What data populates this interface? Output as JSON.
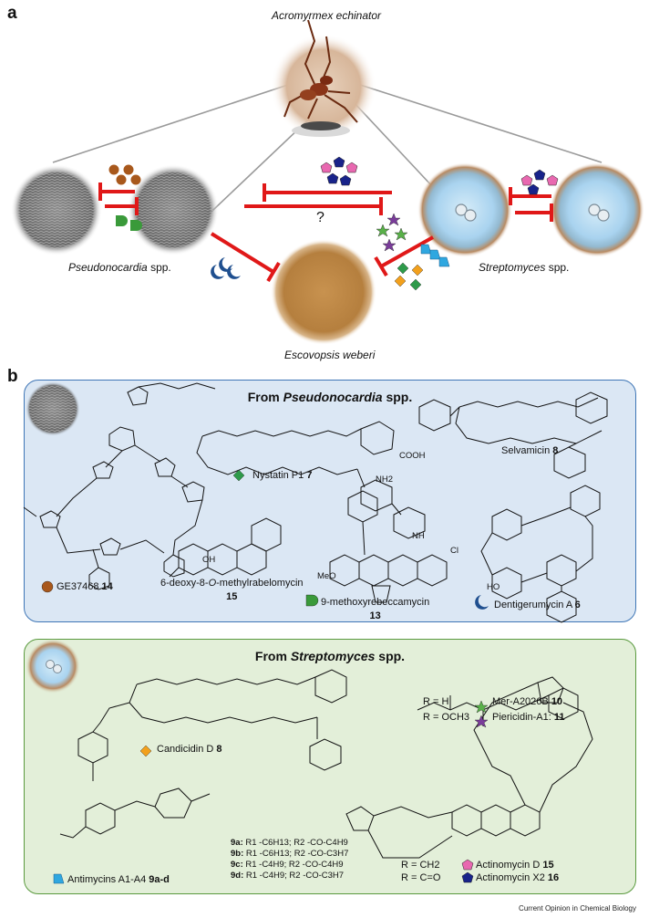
{
  "panel_a": {
    "label": "a",
    "host_name": "Acromyrmex echinator",
    "pseudo_label": "Pseudonocardia",
    "pseudo_suffix": " spp.",
    "strepto_label": "Streptomyces",
    "strepto_suffix": " spp.",
    "pathogen_name": "Escovopsis weberi",
    "question_mark": "?"
  },
  "panel_b": {
    "label": "b",
    "pseudo_box": {
      "title_prefix": "From ",
      "title_italic": "Pseudonocardia",
      "title_suffix": " spp.",
      "compounds": {
        "nystatin": {
          "name": "Nystatin P1 ",
          "num": "7"
        },
        "selvamicin": {
          "name": "Selvamicin ",
          "num": "8"
        },
        "ge": {
          "name": "GE37468 ",
          "num": "14"
        },
        "deoxy_a": "6-deoxy-8-",
        "deoxy_o": "O",
        "deoxy_b": "-methylrabelomycin",
        "deoxy_num": "15",
        "rebecca": {
          "name": "9-methoxyrebeccamycin",
          "num": "13"
        },
        "dentigerumycin": {
          "name": "Dentigerumycin A ",
          "num": "6"
        }
      },
      "chem_labels": [
        "COOH",
        "NH2",
        "OH",
        "Cl",
        "MeO",
        "HO",
        "NH"
      ]
    },
    "strepto_box": {
      "title_prefix": "From ",
      "title_italic": "Streptomyces",
      "title_suffix": " spp.",
      "compounds": {
        "candicidin": {
          "name": "Candicidin D ",
          "num": "8"
        },
        "mer_r": "R = H",
        "mer": {
          "name": "Mer-A2026B ",
          "num": "10"
        },
        "pier_r": "R = OCH3",
        "pier": {
          "name": "Piericidin-A1: ",
          "num": "11"
        },
        "antimycin": {
          "name": "Antimycins A1-A4 ",
          "num": "9a-d"
        },
        "act_d_r": "R = CH2",
        "act_d": {
          "name": "Actinomycin D ",
          "num": "15"
        },
        "act_x_r": "R = C=O",
        "act_x": {
          "name": "Actinomycin X2 ",
          "num": "16"
        }
      },
      "antimycin_table": [
        {
          "id": "9a:",
          "r1": "R1 -C6H13;",
          "r2": "R2 -CO-C4H9"
        },
        {
          "id": "9b:",
          "r1": "R1 -C6H13;",
          "r2": "R2 -CO-C3H7"
        },
        {
          "id": "9c:",
          "r1": "R1 -C4H9;",
          "r2": "R2 -CO-C4H9"
        },
        {
          "id": "9d:",
          "r1": "R1 -C4H9;",
          "r2": "R2 -CO-C3H7"
        }
      ]
    }
  },
  "footer": "Current Opinion in Chemical Biology",
  "colors": {
    "inhibit": "#e01818",
    "connector": "#9a9a9a",
    "pseudo_box_bg": "#dbe7f4",
    "pseudo_box_border": "#3f76b6",
    "strepto_box_bg": "#e3efd9",
    "strepto_box_border": "#5a9a3e",
    "brown_circle": "#a8581c",
    "green_d": "#3a9a3a",
    "blue_crescent": "#1f4f8f",
    "pink_pentagon": "#e868b0",
    "navy_pentagon": "#18238a",
    "green_star": "#58b048",
    "purple_star": "#7a3c9a",
    "cyan_trapezoid": "#2fa7e0",
    "orange_diamond": "#f2a01c",
    "green_diamond": "#2e9a4a"
  }
}
